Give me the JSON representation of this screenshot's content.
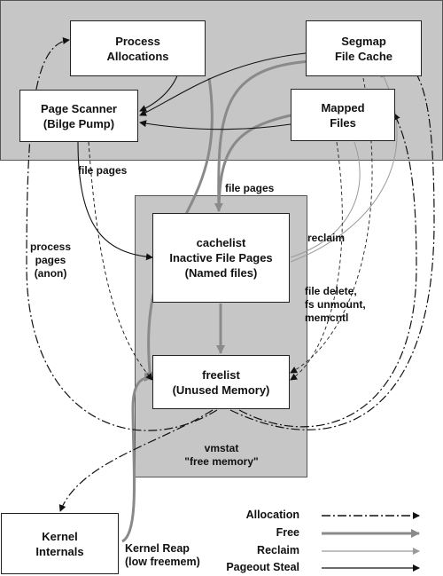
{
  "boxes": {
    "process_allocations": [
      "Process",
      "Allocations"
    ],
    "segmap_file_cache": [
      "Segmap",
      "File Cache"
    ],
    "page_scanner": [
      "Page Scanner",
      "(Bilge Pump)"
    ],
    "mapped_files": [
      "Mapped",
      "Files"
    ],
    "cachelist": [
      "cachelist",
      "Inactive File Pages",
      "(Named files)"
    ],
    "freelist": [
      "freelist",
      "(Unused Memory)"
    ],
    "kernel_internals": [
      "Kernel",
      "Internals"
    ]
  },
  "labels": {
    "file_pages_left": "file pages",
    "file_pages_center": "file pages",
    "process_pages": [
      "process",
      "pages",
      "(anon)"
    ],
    "reclaim": "reclaim",
    "file_delete": [
      "file delete,",
      "fs unmount,",
      "memcntl"
    ],
    "vmstat": [
      "vmstat",
      "\"free memory\""
    ],
    "kernel_reap": [
      "Kernel Reap",
      "(low freemem)"
    ]
  },
  "legend": [
    {
      "label": "Allocation",
      "style": "dash-dot",
      "color": "#111111"
    },
    {
      "label": "Free",
      "style": "thick",
      "color": "#8a8a8a"
    },
    {
      "label": "Reclaim",
      "style": "thin",
      "color": "#9a9a9a"
    },
    {
      "label": "Pageout Steal",
      "style": "solid",
      "color": "#111111"
    }
  ]
}
